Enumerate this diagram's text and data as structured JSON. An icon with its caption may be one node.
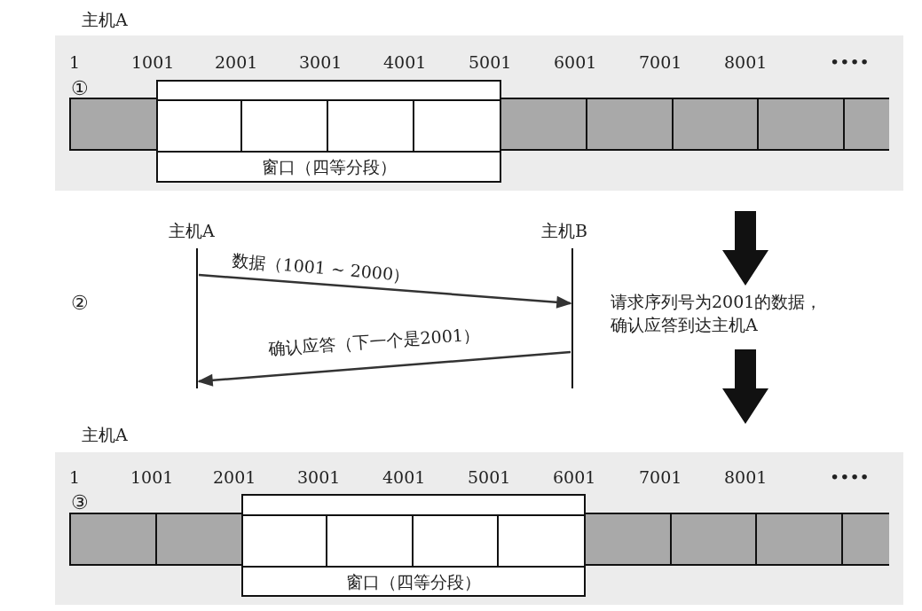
{
  "diagram": {
    "nodes": [
      {
        "text": [
          "窗口（四等分段）"
        ]
      },
      {
        "text": [
          "主机A"
        ]
      },
      {
        "text": [
          "主机B"
        ]
      },
      {
        "text": [
          "窗口（四等分段）"
        ]
      }
    ],
    "edges": [
      {
        "from": 1,
        "to": 2,
        "arrow": "to",
        "label": "数据（1001 ~ 2000）"
      },
      {
        "from": 2,
        "to": 1,
        "arrow": "to",
        "label": "确认应答（下一个是2001）"
      }
    ],
    "labels": [
      "主机A",
      "①",
      "1",
      "1001",
      "2001",
      "3001",
      "4001",
      "5001",
      "6001",
      "7001",
      "8001",
      "••••",
      "②",
      "请求序列号为2001的数据，确认应答到达主机A",
      "主机A",
      "③",
      "1",
      "1001",
      "2001",
      "3001",
      "4001",
      "5001",
      "6001",
      "7001",
      "8001",
      "••••"
    ]
  }
}
